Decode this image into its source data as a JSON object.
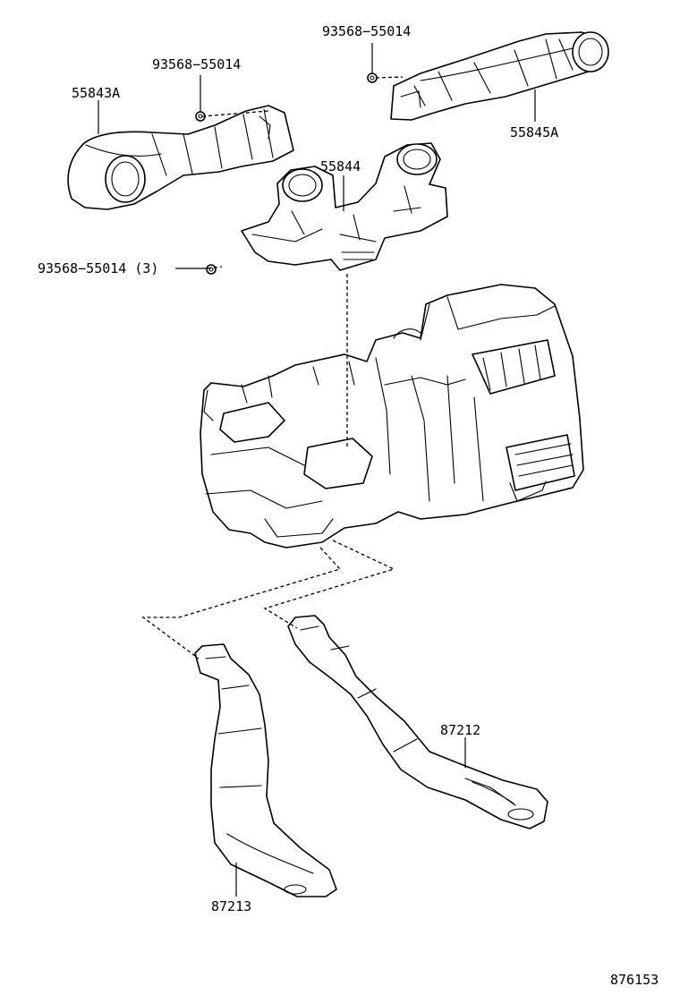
{
  "labels": {
    "bolt_top": "93568−55014",
    "bolt_left": "93568−55014",
    "duct_55843a": "55843A",
    "duct_55845a": "55845A",
    "duct_55844": "55844",
    "bolt_three": "93568−55014 (3)",
    "duct_87212": "87212",
    "duct_87213": "87213",
    "figure_id": "876153"
  }
}
